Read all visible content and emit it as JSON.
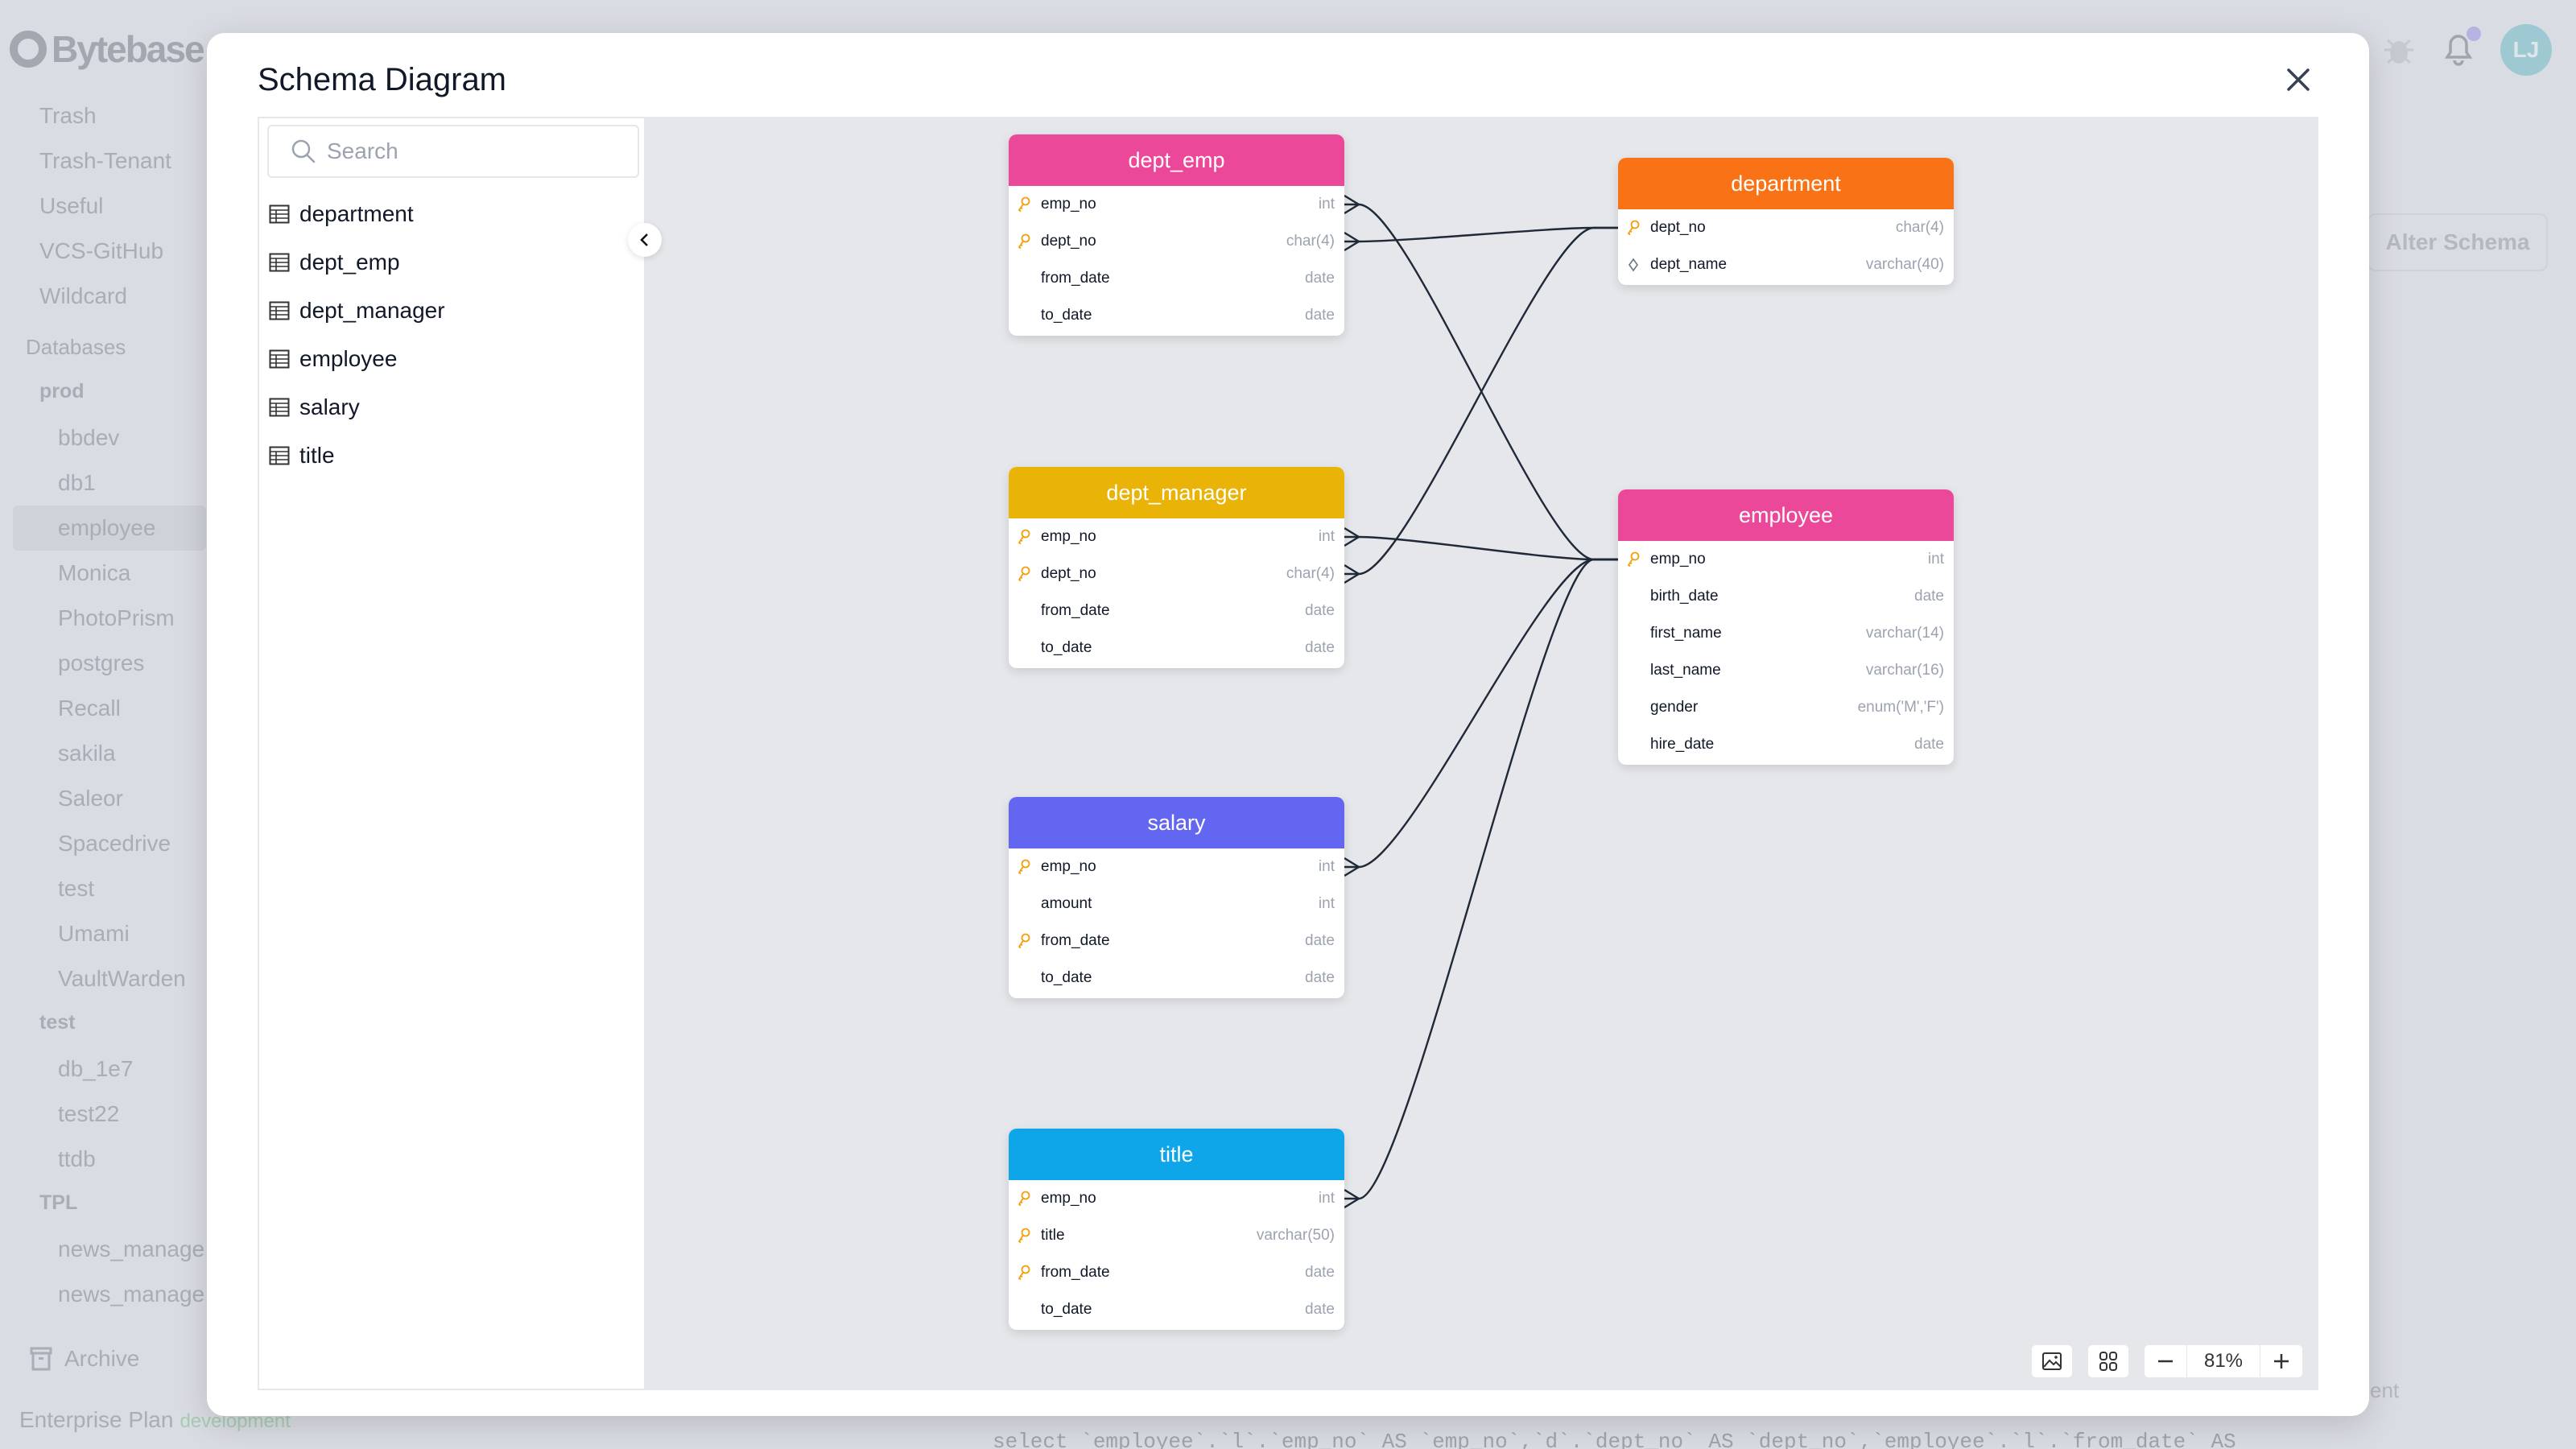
{
  "app": {
    "brand": "Bytebase",
    "avatar_initials": "LJ",
    "alter_schema": "Alter Schema",
    "bg_partial_text": "ent",
    "sql_preview": "select `employee`.`l`.`emp_no` AS `emp_no`,`d`.`dept_no` AS `dept_no`,`employee`.`l`.`from_date` AS",
    "plan": "Enterprise Plan",
    "env": "development",
    "archive": "Archive"
  },
  "sidebar": {
    "items": [
      "Trash",
      "Trash-Tenant",
      "Useful",
      "VCS-GitHub",
      "Wildcard"
    ],
    "databases_label": "Databases",
    "groups": [
      {
        "name": "prod",
        "items": [
          "bbdev",
          "db1",
          "employee",
          "Monica",
          "PhotoPrism",
          "postgres",
          "Recall",
          "sakila",
          "Saleor",
          "Spacedrive",
          "test",
          "Umami",
          "VaultWarden"
        ]
      },
      {
        "name": "test",
        "items": [
          "db_1e7",
          "test22",
          "ttdb"
        ]
      },
      {
        "name": "TPL",
        "items": [
          "news_manage",
          "news_manage"
        ]
      }
    ],
    "selected": "employee"
  },
  "modal": {
    "title": "Schema Diagram",
    "search_placeholder": "Search",
    "search_value": "",
    "table_list": [
      "department",
      "dept_emp",
      "dept_manager",
      "employee",
      "salary",
      "title"
    ],
    "zoom": "81%"
  },
  "tables": [
    {
      "name": "dept_emp",
      "color": "#ec4899",
      "columns": [
        {
          "name": "emp_no",
          "type": "int",
          "icon": "key"
        },
        {
          "name": "dept_no",
          "type": "char(4)",
          "icon": "key"
        },
        {
          "name": "from_date",
          "type": "date",
          "icon": ""
        },
        {
          "name": "to_date",
          "type": "date",
          "icon": ""
        }
      ]
    },
    {
      "name": "department",
      "color": "#f97316",
      "columns": [
        {
          "name": "dept_no",
          "type": "char(4)",
          "icon": "key"
        },
        {
          "name": "dept_name",
          "type": "varchar(40)",
          "icon": "diamond"
        }
      ]
    },
    {
      "name": "dept_manager",
      "color": "#eab308",
      "columns": [
        {
          "name": "emp_no",
          "type": "int",
          "icon": "key"
        },
        {
          "name": "dept_no",
          "type": "char(4)",
          "icon": "key"
        },
        {
          "name": "from_date",
          "type": "date",
          "icon": ""
        },
        {
          "name": "to_date",
          "type": "date",
          "icon": ""
        }
      ]
    },
    {
      "name": "employee",
      "color": "#ec4899",
      "columns": [
        {
          "name": "emp_no",
          "type": "int",
          "icon": "key"
        },
        {
          "name": "birth_date",
          "type": "date",
          "icon": ""
        },
        {
          "name": "first_name",
          "type": "varchar(14)",
          "icon": ""
        },
        {
          "name": "last_name",
          "type": "varchar(16)",
          "icon": ""
        },
        {
          "name": "gender",
          "type": "enum('M','F')",
          "icon": ""
        },
        {
          "name": "hire_date",
          "type": "date",
          "icon": ""
        }
      ]
    },
    {
      "name": "salary",
      "color": "#6366f1",
      "columns": [
        {
          "name": "emp_no",
          "type": "int",
          "icon": "key"
        },
        {
          "name": "amount",
          "type": "int",
          "icon": ""
        },
        {
          "name": "from_date",
          "type": "date",
          "icon": "key"
        },
        {
          "name": "to_date",
          "type": "date",
          "icon": ""
        }
      ]
    },
    {
      "name": "title",
      "color": "#0ea5e9",
      "columns": [
        {
          "name": "emp_no",
          "type": "int",
          "icon": "key"
        },
        {
          "name": "title",
          "type": "varchar(50)",
          "icon": "key"
        },
        {
          "name": "from_date",
          "type": "date",
          "icon": "key"
        },
        {
          "name": "to_date",
          "type": "date",
          "icon": ""
        }
      ]
    }
  ],
  "relations": [
    {
      "from": "dept_emp.emp_no",
      "to": "employee.emp_no"
    },
    {
      "from": "dept_emp.dept_no",
      "to": "department.dept_no"
    },
    {
      "from": "dept_manager.emp_no",
      "to": "employee.emp_no"
    },
    {
      "from": "dept_manager.dept_no",
      "to": "department.dept_no"
    },
    {
      "from": "salary.emp_no",
      "to": "employee.emp_no"
    },
    {
      "from": "title.emp_no",
      "to": "employee.emp_no"
    }
  ]
}
